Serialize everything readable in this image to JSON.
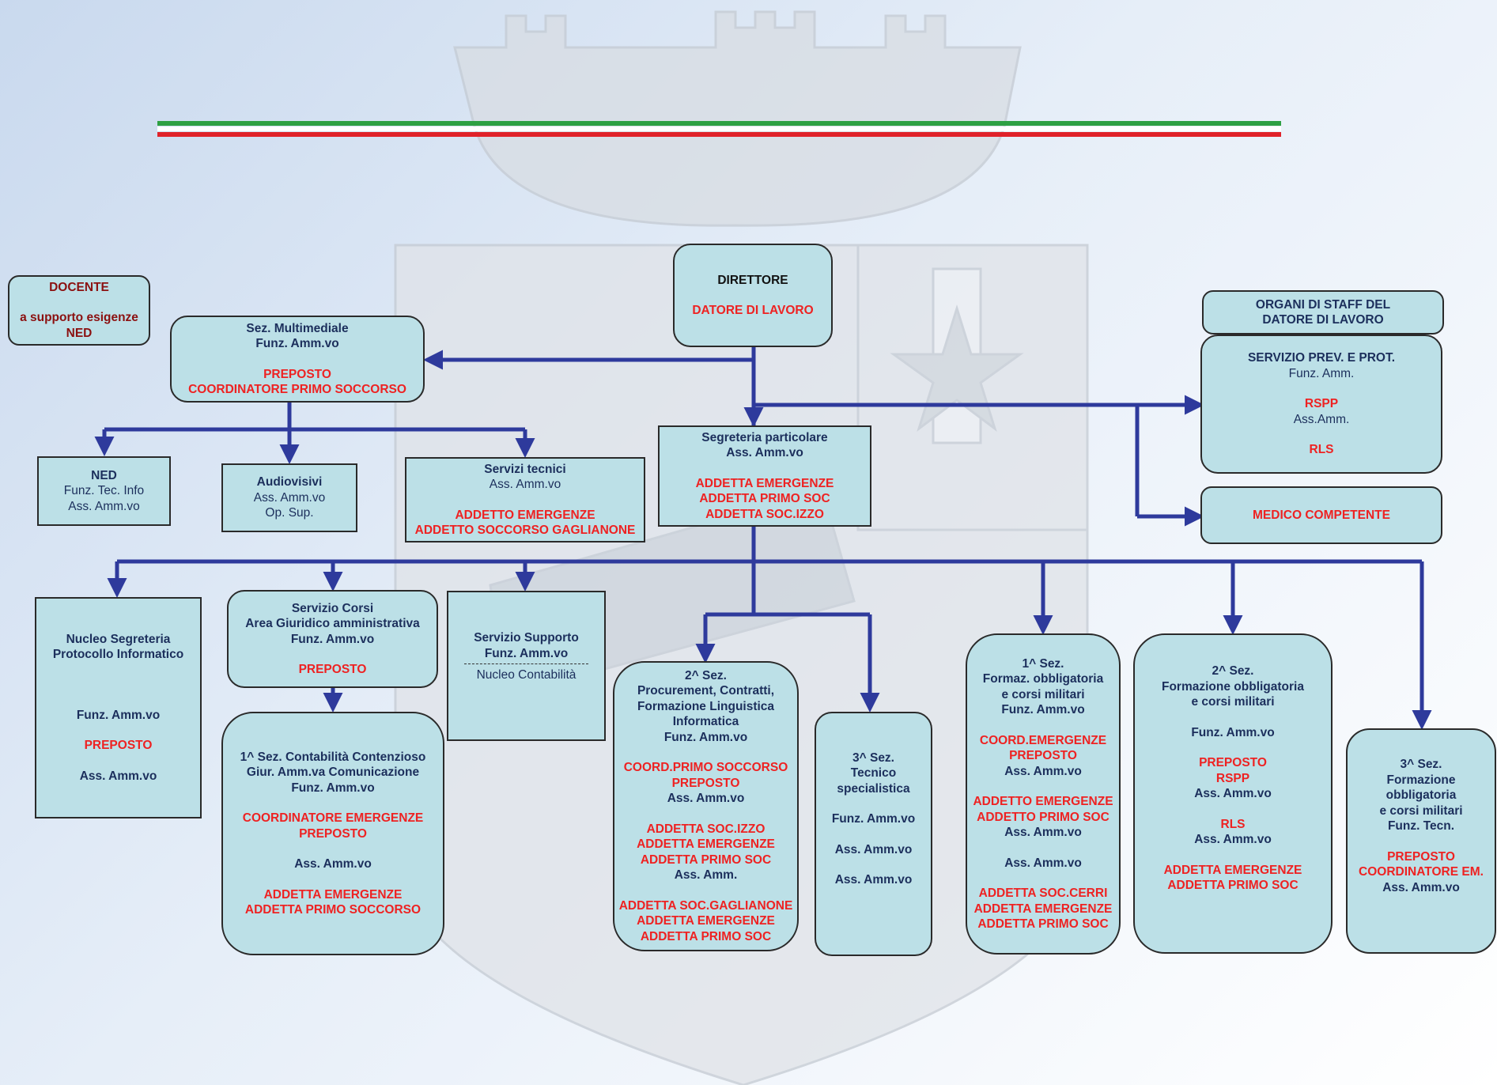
{
  "colors": {
    "box_fill": "#bce0e7",
    "connector": "#2e3a9c",
    "role_red": "#ee2222",
    "flag_green": "#2ea043",
    "flag_red": "#e0222a"
  },
  "docente": {
    "title": "DOCENTE",
    "subtitle": "a supporto esigenze NED"
  },
  "direttore": {
    "title": "DIRETTORE",
    "role": "DATORE DI LAVORO"
  },
  "multimediale": {
    "lines": [
      "Sez. Multimediale",
      "Funz. Amm.vo"
    ],
    "roles": [
      "PREPOSTO",
      "COORDINATORE PRIMO SOCCORSO"
    ]
  },
  "staff": {
    "header": [
      "ORGANI DI STAFF DEL",
      "DATORE DI LAVORO"
    ],
    "servizio": {
      "title": "SERVIZIO PREV. E PROT.",
      "line1": "Funz. Amm.",
      "rspp": "RSPP",
      "line2": "Ass.Amm.",
      "rls": "RLS"
    },
    "medico": "MEDICO COMPETENTE"
  },
  "ned": {
    "title": "NED",
    "lines": [
      "Funz. Tec. Info",
      "Ass. Amm.vo"
    ]
  },
  "audiovisivi": {
    "title": "Audiovisivi",
    "lines": [
      "Ass. Amm.vo",
      "Op. Sup."
    ]
  },
  "servizi_tecnici": {
    "title": "Servizi tecnici",
    "line": "Ass. Amm.vo",
    "roles": [
      "ADDETTO EMERGENZE",
      "ADDETTO SOCCORSO GAGLIANONE"
    ]
  },
  "segreteria": {
    "title": "Segreteria particolare",
    "line": "Ass. Amm.vo",
    "roles": [
      "ADDETTA EMERGENZE",
      "ADDETTA PRIMO SOC",
      "ADDETTA SOC.IZZO"
    ]
  },
  "nucleo_segreteria": {
    "title": [
      "Nucleo Segreteria",
      "Protocollo Informatico"
    ],
    "line1": "Funz. Amm.vo",
    "role": "PREPOSTO",
    "line2": "Ass. Amm.vo"
  },
  "servizio_corsi": {
    "title": [
      "Servizio Corsi",
      "Area Giuridico amministrativa",
      "Funz.  Amm.vo"
    ],
    "role": "PREPOSTO"
  },
  "servizio_supporto": {
    "title": [
      "Servizio Supporto",
      "Funz. Amm.vo"
    ],
    "sub": "Nucleo Contabilità"
  },
  "sez1_contabilita": {
    "title": [
      "1^ Sez. Contabilità Contenzioso",
      "Giur. Amm.va Comunicazione",
      "Funz. Amm.vo"
    ],
    "roles1": [
      "COORDINATORE EMERGENZE",
      "PREPOSTO"
    ],
    "line": "Ass. Amm.vo",
    "roles2": [
      "ADDETTA EMERGENZE",
      "ADDETTA PRIMO SOCCORSO"
    ]
  },
  "sez2_procurement": {
    "title": [
      "2^ Sez.",
      "Procurement, Contratti,",
      "Formazione Linguistica",
      "Informatica",
      "Funz. Amm.vo"
    ],
    "roles1": [
      "COORD.PRIMO SOCCORSO",
      "PREPOSTO"
    ],
    "line1": "Ass. Amm.vo",
    "roles2": [
      "ADDETTA SOC.IZZO",
      "ADDETTA EMERGENZE",
      "ADDETTA PRIMO SOC"
    ],
    "line2": "Ass. Amm.",
    "roles3": [
      "ADDETTA SOC.GAGLIANONE",
      "ADDETTA EMERGENZE",
      "ADDETTA PRIMO SOC"
    ]
  },
  "sez3_tecnico": {
    "title": [
      "3^ Sez.",
      "Tecnico",
      "specialistica"
    ],
    "lines": [
      "Funz. Amm.vo",
      "Ass. Amm.vo",
      "Ass. Amm.vo"
    ]
  },
  "sez1_formaz": {
    "title": [
      "1^ Sez.",
      "Formaz. obbligatoria",
      "e corsi militari",
      "Funz. Amm.vo"
    ],
    "roles1": [
      "COORD.EMERGENZE",
      "PREPOSTO"
    ],
    "line1": "Ass. Amm.vo",
    "roles2": [
      "ADDETTO EMERGENZE",
      "ADDETTO PRIMO SOC"
    ],
    "line2": "Ass. Amm.vo",
    "line3": "Ass. Amm.vo",
    "roles3": [
      "ADDETTA SOC.CERRI",
      "ADDETTA EMERGENZE",
      "ADDETTA PRIMO SOC"
    ]
  },
  "sez2_formazione": {
    "title": [
      "2^ Sez.",
      "Formazione obbligatoria",
      "e corsi militari"
    ],
    "line1": "Funz. Amm.vo",
    "roles1": [
      "PREPOSTO",
      "RSPP"
    ],
    "line2": "Ass. Amm.vo",
    "rls": "RLS",
    "line3": "Ass. Amm.vo",
    "roles2": [
      "ADDETTA EMERGENZE",
      "ADDETTA PRIMO SOC"
    ]
  },
  "sez3_formazione": {
    "title": [
      "3^ Sez.",
      "Formazione",
      "obbligatoria",
      "e corsi militari",
      "Funz. Tecn."
    ],
    "roles": [
      "PREPOSTO",
      "COORDINATORE EM."
    ],
    "line": "Ass. Amm.vo"
  }
}
